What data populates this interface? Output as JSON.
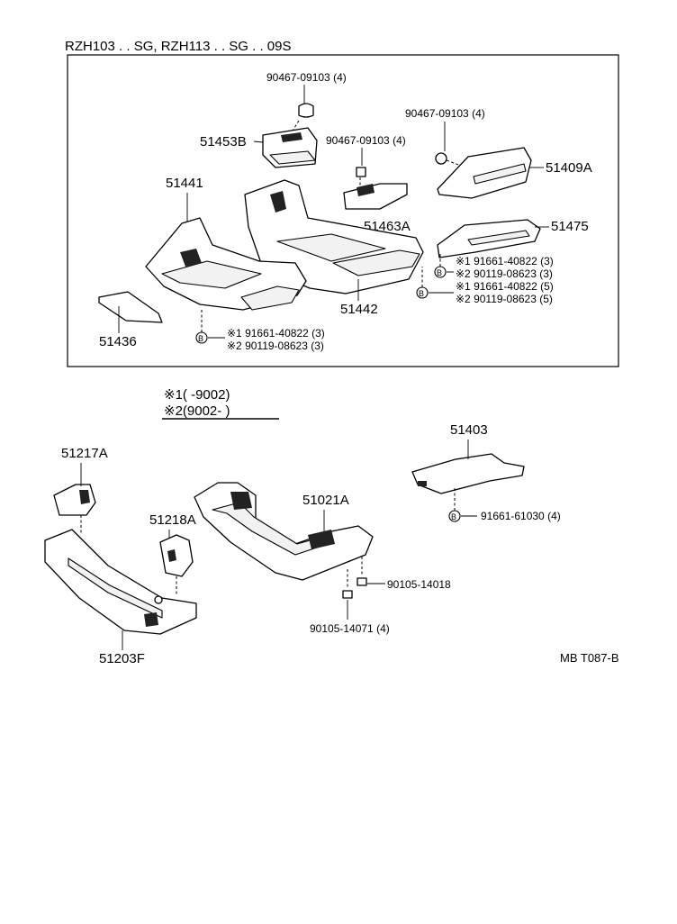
{
  "header": {
    "model_line": "RZH103 . . SG, RZH113 . . SG . . 09S"
  },
  "labels": {
    "p90467_a": "90467-09103 (4)",
    "p90467_b": "90467-09103 (4)",
    "p90467_c": "90467-09103 (4)",
    "p51453B": "51453B",
    "p51409A": "51409A",
    "p51441": "51441",
    "p51463A": "51463A",
    "p51475": "51475",
    "p51442": "51442",
    "p51436": "51436",
    "p51403": "51403",
    "p51217A": "51217A",
    "p51218A": "51218A",
    "p51021A": "51021A",
    "p51203F": "51203F",
    "f_91661_40822_r1": "※1 91661-40822 (3)",
    "f_290119_08623_r1": "※2 90119-08623 (3)",
    "f_91661_40822_r2": "※1 91661-40822 (5)",
    "f_290119_08623_r2": "※2 90119-08623 (5)",
    "f_91661_40822_l": "※1 91661-40822 (3)",
    "f_290119_08623_l": "※2 90119-08623 (3)",
    "f_91661_61030": "91661-61030 (4)",
    "f_90105_14018": "90105-14018",
    "f_90105_14071": "90105-14071 (4)",
    "b_mark": "B"
  },
  "legend": {
    "note1": "※1(      -9002)",
    "note2": "※2(9002-        )"
  },
  "footer": {
    "code": "MB T087-B"
  }
}
